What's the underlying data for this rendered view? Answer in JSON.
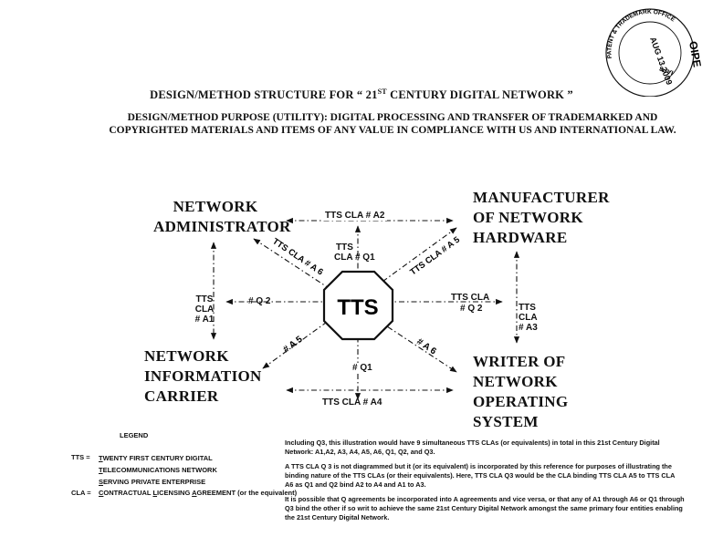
{
  "title": {
    "prefix": "DESIGN/METHOD STRUCTURE FOR  “ 21",
    "superscript": "ST",
    "suffix": " CENTURY DIGITAL NETWORK ”"
  },
  "purpose": {
    "line1": "DESIGN/METHOD  PURPOSE (UTILITY):  DIGITAL PROCESSING AND TRANSFER OF TRADEMARKED AND",
    "line2": "COPYRIGHTED MATERIALS AND ITEMS OF ANY VALUE IN COMPLIANCE WITH US AND INTERNATIONAL LAW."
  },
  "stamp": {
    "ring_text": "PATENT & TRADEMARK OFFICE",
    "oipe": "OIPE",
    "date": "AUG 13 2009",
    "code": "IAP3"
  },
  "diagram": {
    "center": "TTS",
    "entities": {
      "administrator": [
        "NETWORK",
        "ADMINISTRATOR"
      ],
      "manufacturer": [
        "MANUFACTURER",
        "OF NETWORK",
        "HARDWARE"
      ],
      "carrier": [
        "NETWORK",
        "INFORMATION",
        "CARRIER"
      ],
      "writer": [
        "WRITER OF",
        "NETWORK",
        "OPERATING",
        "SYSTEM"
      ]
    },
    "links": {
      "top": "TTS CLA  # A2",
      "bottom": "TTS CLA  # A4",
      "left_v": [
        "TTS",
        "CLA",
        "# A1"
      ],
      "right_v": [
        "TTS",
        "CLA",
        "# A3"
      ],
      "q1_top": [
        "TTS",
        "CLA  # Q1"
      ],
      "q1_bottom": "# Q1",
      "q2_left": "# Q 2",
      "q2_right_a": "TTS CLA",
      "q2_right_b": "# Q 2",
      "diag_a6": "TTS CLA # A 6",
      "diag_a5": "TTS CLA # A 5",
      "diag_a5_low": "# A 5",
      "diag_a6_low": "# A 6"
    }
  },
  "legend": {
    "heading": "LEGEND",
    "tts_key": "TTS =",
    "tts_lines": [
      "TWENTY FIRST CENTURY  DIGITAL",
      "TELECOMMUNICATIONS  NETWORK",
      "SERVING PRIVATE ENTERPRISE"
    ],
    "cla_key": "CLA =",
    "cla_text_a": "C",
    "cla_text_b": "ONTRACTUAL ",
    "cla_text_c": "L",
    "cla_text_d": "ICENSING ",
    "cla_text_e": "A",
    "cla_text_f": "GREEMENT (or the equivalent)"
  },
  "notes": [
    "Including Q3, this illustration would have 9 simultaneous TTS CLAs (or equivalents) in total in this 21st Century Digital Network: A1,A2, A3, A4, A5, A6, Q1, Q2, and  Q3.",
    "A TTS CLA Q 3 is not  diagrammed but it (or its equivalent) is incorporated by this reference for purposes of illustrating the binding nature of the TTS CLAs (or their equivalents). Here, TTS CLA Q3 would be the CLA binding TTS CLA A5 to TTS CLA A6 as Q1 and Q2 bind A2 to A4 and A1 to A3.",
    "It is possible that Q agreements be incorporated into A agreements and vice versa, or that any of A1 through A6 or Q1 through Q3 bind the other if so writ to achieve the same 21st Century Digital Network amongst the same primary four entities enabling the  21st Century Digital Network."
  ],
  "colors": {
    "ink": "#111111",
    "paper": "#ffffff"
  }
}
